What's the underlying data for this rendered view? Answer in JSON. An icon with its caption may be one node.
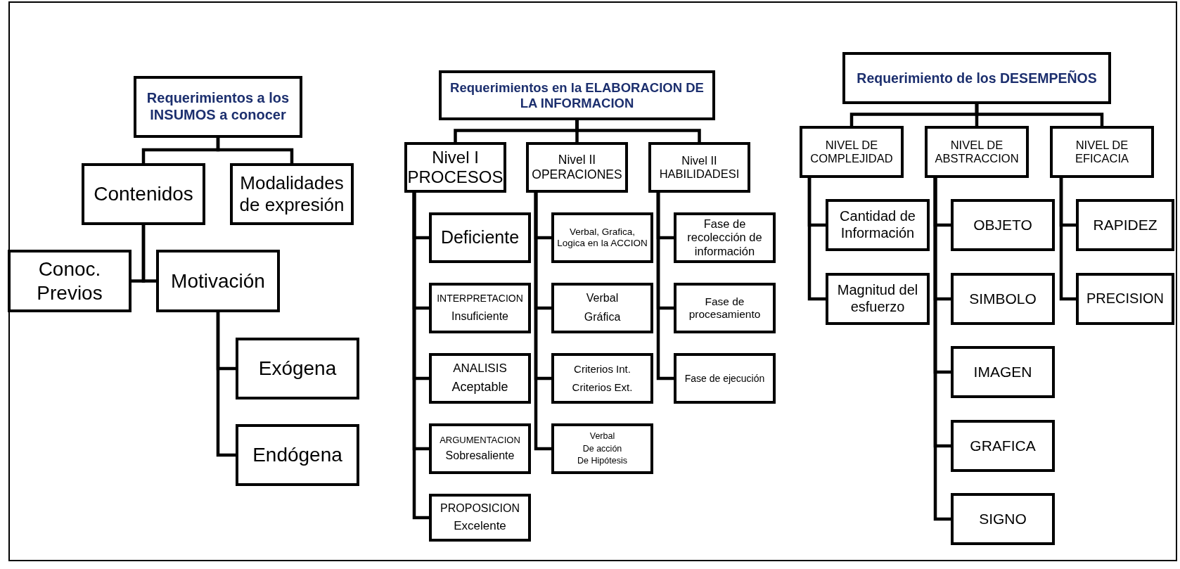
{
  "diagram": {
    "nodes": [
      {
        "text": [
          "Requerimientos a los INSUMOS a conocer"
        ]
      },
      {
        "text": [
          "Contenidos"
        ]
      },
      {
        "text": [
          "Modalidades de expresión"
        ]
      },
      {
        "text": [
          "Conoc. Previos"
        ]
      },
      {
        "text": [
          "Motivación"
        ]
      },
      {
        "text": [
          "Exógena"
        ]
      },
      {
        "text": [
          "Endógena"
        ]
      },
      {
        "text": [
          "Requerimientos en la ELABORACION DE LA INFORMACION"
        ]
      },
      {
        "text": [
          "Nivel I PROCESOS"
        ]
      },
      {
        "text": [
          "Nivel II OPERACIONES"
        ]
      },
      {
        "text": [
          "Nivel II HABILIDADESI"
        ]
      },
      {
        "text": [
          "Deficiente"
        ]
      },
      {
        "text": [
          "INTERPRETACION",
          "Insuficiente"
        ]
      },
      {
        "text": [
          "ANALISIS",
          "Aceptable"
        ]
      },
      {
        "text": [
          "ARGUMENTACION",
          "Sobresaliente"
        ]
      },
      {
        "text": [
          "PROPOSICION",
          "Excelente"
        ]
      },
      {
        "text": [
          "Verbal, Grafica, Logica en la ACCION"
        ]
      },
      {
        "text": [
          "Verbal",
          "Gráfica"
        ]
      },
      {
        "text": [
          "Criterios Int.",
          "Criterios Ext."
        ]
      },
      {
        "text": [
          "Verbal",
          "De acción",
          "De Hipótesis"
        ]
      },
      {
        "text": [
          "Fase de recolección de información"
        ]
      },
      {
        "text": [
          "Fase de procesamiento"
        ]
      },
      {
        "text": [
          "Fase de ejecución"
        ]
      },
      {
        "text": [
          "Requerimiento de los DESEMPEÑOS"
        ]
      },
      {
        "text": [
          "NIVEL DE COMPLEJIDAD"
        ]
      },
      {
        "text": [
          "NIVEL DE ABSTRACCION"
        ]
      },
      {
        "text": [
          "NIVEL DE EFICACIA"
        ]
      },
      {
        "text": [
          "Cantidad de Información"
        ]
      },
      {
        "text": [
          "Magnitud del esfuerzo"
        ]
      },
      {
        "text": [
          "OBJETO"
        ]
      },
      {
        "text": [
          "SIMBOLO"
        ]
      },
      {
        "text": [
          "IMAGEN"
        ]
      },
      {
        "text": [
          "GRAFICA"
        ]
      },
      {
        "text": [
          "SIGNO"
        ]
      },
      {
        "text": [
          "RAPIDEZ"
        ]
      },
      {
        "text": [
          "PRECISION"
        ]
      }
    ],
    "edges": [
      {
        "from": 0,
        "to": 1,
        "arrow": "none"
      },
      {
        "from": 0,
        "to": 2,
        "arrow": "none"
      },
      {
        "from": 1,
        "to": 3,
        "arrow": "none"
      },
      {
        "from": 1,
        "to": 4,
        "arrow": "none"
      },
      {
        "from": 4,
        "to": 5,
        "arrow": "none"
      },
      {
        "from": 4,
        "to": 6,
        "arrow": "none"
      },
      {
        "from": 7,
        "to": 8,
        "arrow": "none"
      },
      {
        "from": 7,
        "to": 9,
        "arrow": "none"
      },
      {
        "from": 7,
        "to": 10,
        "arrow": "none"
      },
      {
        "from": 8,
        "to": 11,
        "arrow": "none"
      },
      {
        "from": 8,
        "to": 12,
        "arrow": "none"
      },
      {
        "from": 8,
        "to": 13,
        "arrow": "none"
      },
      {
        "from": 8,
        "to": 14,
        "arrow": "none"
      },
      {
        "from": 8,
        "to": 15,
        "arrow": "none"
      },
      {
        "from": 9,
        "to": 16,
        "arrow": "none"
      },
      {
        "from": 9,
        "to": 17,
        "arrow": "none"
      },
      {
        "from": 9,
        "to": 18,
        "arrow": "none"
      },
      {
        "from": 9,
        "to": 19,
        "arrow": "none"
      },
      {
        "from": 10,
        "to": 20,
        "arrow": "none"
      },
      {
        "from": 10,
        "to": 21,
        "arrow": "none"
      },
      {
        "from": 10,
        "to": 22,
        "arrow": "none"
      },
      {
        "from": 23,
        "to": 24,
        "arrow": "none"
      },
      {
        "from": 23,
        "to": 25,
        "arrow": "none"
      },
      {
        "from": 23,
        "to": 26,
        "arrow": "none"
      },
      {
        "from": 24,
        "to": 27,
        "arrow": "none"
      },
      {
        "from": 24,
        "to": 28,
        "arrow": "none"
      },
      {
        "from": 25,
        "to": 29,
        "arrow": "none"
      },
      {
        "from": 25,
        "to": 30,
        "arrow": "none"
      },
      {
        "from": 25,
        "to": 31,
        "arrow": "none"
      },
      {
        "from": 25,
        "to": 32,
        "arrow": "none"
      },
      {
        "from": 25,
        "to": 33,
        "arrow": "none"
      },
      {
        "from": 26,
        "to": 34,
        "arrow": "none"
      },
      {
        "from": 26,
        "to": 35,
        "arrow": "none"
      }
    ]
  }
}
